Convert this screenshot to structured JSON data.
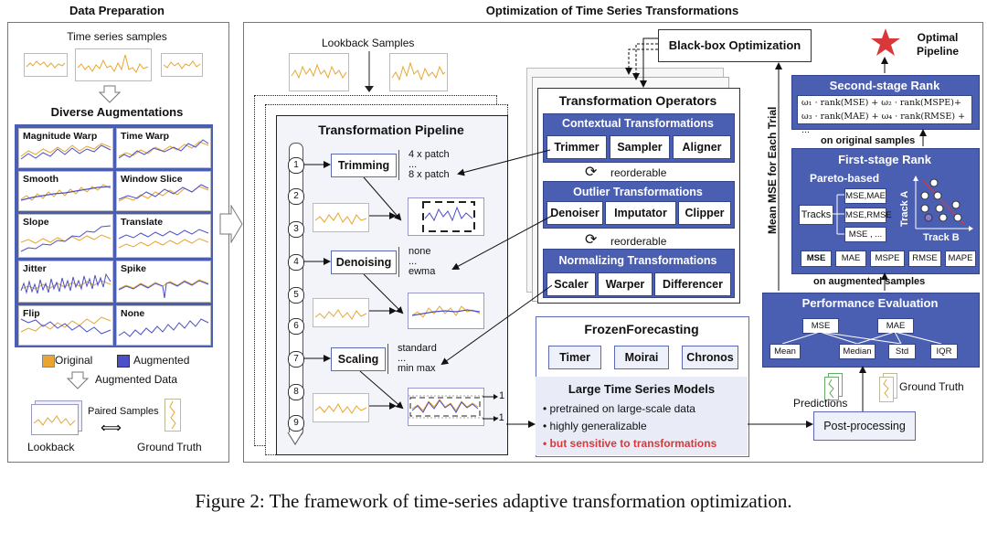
{
  "data_prep": {
    "title": "Data Preparation",
    "ts_samples": "Time series samples",
    "diverse_aug": "Diverse Augmentations",
    "augs": [
      "Magnitude Warp",
      "Time Warp",
      "Smooth",
      "Window Slice",
      "Slope",
      "Translate",
      "Jitter",
      "Spike",
      "Flip",
      "None"
    ],
    "legend_original": "Original",
    "legend_augmented": "Augmented",
    "augmented_data": "Augmented Data",
    "paired_samples": "Paired Samples",
    "lookback": "Lookback",
    "ground_truth": "Ground Truth"
  },
  "opt": {
    "title": "Optimization of Time Series Transformations",
    "lookback_samples": "Lookback Samples",
    "pipeline_title": "Transformation Pipeline",
    "steps": [
      "1",
      "2",
      "3",
      "4",
      "5",
      "6",
      "7",
      "8",
      "9"
    ],
    "trimming": "Trimming",
    "trim_opts": [
      "4 x patch",
      "...",
      "8 x patch"
    ],
    "denoising": "Denoising",
    "denoise_opts": [
      "none",
      "...",
      "ewma"
    ],
    "scaling": "Scaling",
    "scale_opts": [
      "standard",
      "...",
      "min max"
    ],
    "axis_top": "1",
    "axis_bottom": "-1",
    "ops_title": "Transformation Operators",
    "contextual": "Contextual Transformations",
    "contextual_ops": [
      "Trimmer",
      "Sampler",
      "Aligner"
    ],
    "reorderable": "reorderable",
    "outlier": "Outlier Transformations",
    "outlier_ops": [
      "Denoiser",
      "Imputator",
      "Clipper"
    ],
    "normalizing": "Normalizing Transformations",
    "normalizing_ops": [
      "Scaler",
      "Warper",
      "Differencer"
    ],
    "blackbox": "Black-box Optimization",
    "frozen": "FrozenForecasting",
    "models": [
      "Timer",
      "Moirai",
      "Chronos"
    ],
    "ltsm_title": "Large Time Series Models",
    "ltsm_points": [
      "pretrained on large-scale data",
      "highly generalizable"
    ],
    "ltsm_warn": "but sensitive to transformations",
    "mean_mse": "Mean MSE for Each Trial",
    "optimal": "Optimal",
    "pipeline": "Pipeline",
    "second_rank": "Second-stage Rank",
    "second_formula_1": "ω₁ · rank(MSE) + ω₂ · rank(MSPE)+",
    "second_formula_2": "ω₃ · rank(MAE) + ω₄ · rank(RMSE) + ...",
    "on_original": "on original samples",
    "first_rank": "First-stage Rank",
    "pareto": "Pareto-based",
    "tracks": "Tracks",
    "track_items": [
      "MSE,MAE",
      "MSE,RMSE",
      "MSE , ..."
    ],
    "track_a": "Track A",
    "track_b": "Track B",
    "metrics": [
      "MSE",
      "MAE",
      "MSPE",
      "RMSE",
      "MAPE"
    ],
    "on_augmented": "on augmented samples",
    "perf_eval": "Performance Evaluation",
    "perf_metrics": [
      "MSE",
      "MAE"
    ],
    "perf_stats": [
      "Mean",
      "Median",
      "Std",
      "IQR"
    ],
    "predictions": "Predictions",
    "ground_truth": "Ground Truth",
    "post": "Post-processing"
  },
  "caption": "Figure 2: The framework of time-series adaptive transformation optimization.",
  "colors": {
    "orange": "#e8a630",
    "blue": "#4b4fc9",
    "panel_blue": "#4a5fb2",
    "warn": "#d9383a",
    "star": "#d9383a"
  }
}
